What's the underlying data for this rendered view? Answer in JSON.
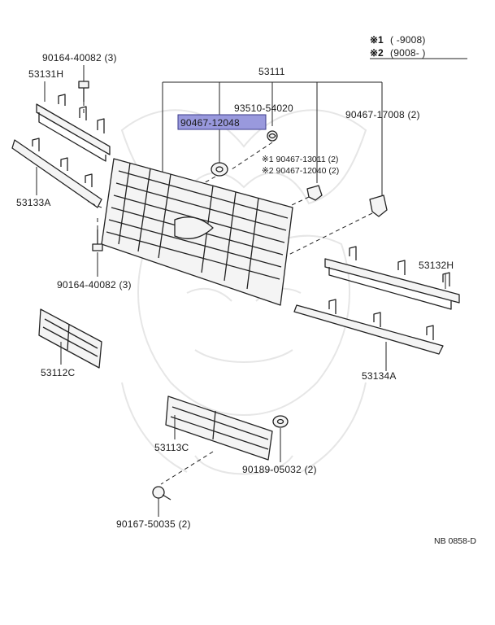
{
  "legend": {
    "row1_marker": "※1",
    "row1_text": "(        -9008)",
    "row2_marker": "※2",
    "row2_text": "(9008-        )"
  },
  "labels": {
    "p53111": "53111",
    "p93510": "93510-54020",
    "p90467_12048": "90467-12048",
    "p90467_17008": "90467-17008 (2)",
    "p90467_13011": "※1  90467-13011 (2)",
    "p90467_12040": "※2  90467-12040 (2)",
    "p90164_top": "90164-40082 (3)",
    "p53131h": "53131H",
    "p53133a": "53133A",
    "p90164_mid": "90164-40082 (3)",
    "p53132h": "53132H",
    "p53134a": "53134A",
    "p53112c": "53112C",
    "p53113c": "53113C",
    "p90189": "90189-05032 (2)",
    "p90167": "90167-50035 (2)",
    "ref": "NB 0858-D"
  },
  "highlight_color": "#9999dd"
}
